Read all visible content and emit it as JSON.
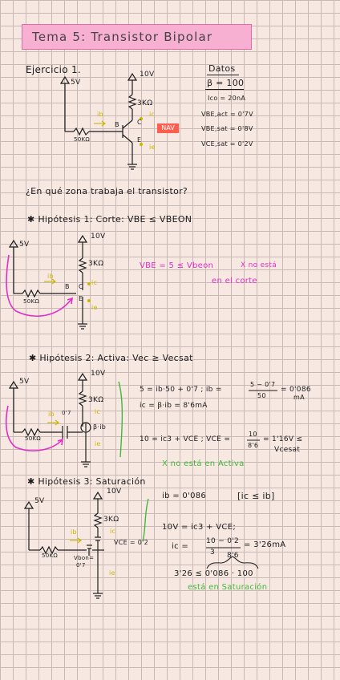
{
  "title": "Tema 5: Transistor Bipolar",
  "exercise": "Ejercicio 1.",
  "datos": {
    "heading": "Datos",
    "beta": "β = 100",
    "ico": "Ico = 20nA",
    "vbe_act": "VBE,act = 0'7V",
    "vbe_sat": "VBE,sat = 0'8V",
    "vce_sat": "VCE,sat = 0'2V"
  },
  "circuit_labels": {
    "v5": "5V",
    "v10": "10V",
    "rc": "3KΩ",
    "rb": "50KΩ",
    "ib": "ib",
    "ic": "ic",
    "ie": "ie",
    "b": "B",
    "c": "C",
    "e": "E",
    "nav": "NAV"
  },
  "question": "¿En qué zona trabaja el transistor?",
  "h1": {
    "heading": "✱ Hipótesis 1: Corte: VBE ≤ VBEON",
    "note1": "VBE = 5 ≤ Vbeon",
    "note2": "X no está",
    "note3": "en el corte"
  },
  "h2": {
    "heading": "✱ Hipótesis 2: Activa: Vec ≥ Vecsat",
    "vbe_label": "0'7",
    "bib": "β·ib",
    "eq1": "5 = ib·50 + 0'7 ; ib =",
    "frac1_num": "5 − 0'7",
    "frac1_den": "50",
    "eq1_res": "= 0'086",
    "eq1_unit": "mA",
    "eq2": "ic = β·ib = 8'6mA",
    "eq3": "10 = ic3 + VCE ; VCE =",
    "frac2_num": "10",
    "frac2_den": "8'6",
    "eq3_res": "= 1'16V ≤",
    "eq3_tail": "Vcesat",
    "conclusion": "X no está en Activa"
  },
  "h3": {
    "heading": "✱ Hipótesis 3: Saturación",
    "vbe_label": "Vbon=",
    "vbe_val": "0'7",
    "vce_label": "VCE = 0'2",
    "eq1": "ib = 0'086",
    "bracket": "[ic ≤ ib]",
    "eq2": "10V = ic3 + VCE;",
    "eq3a": "ic =",
    "frac_num": "10 − 0'2",
    "frac_den": "3",
    "eq3_res": "= 3'26mA",
    "over": "8'6",
    "eq4": "3'26 ≤ 0'086 · 100",
    "conclusion": "está en Saturación"
  },
  "colors": {
    "title_bg": "#f8b0d2",
    "magenta": "#e32dc7",
    "yellow": "#c9b800",
    "green": "#3fb83a",
    "nav": "#ff5d4d"
  }
}
